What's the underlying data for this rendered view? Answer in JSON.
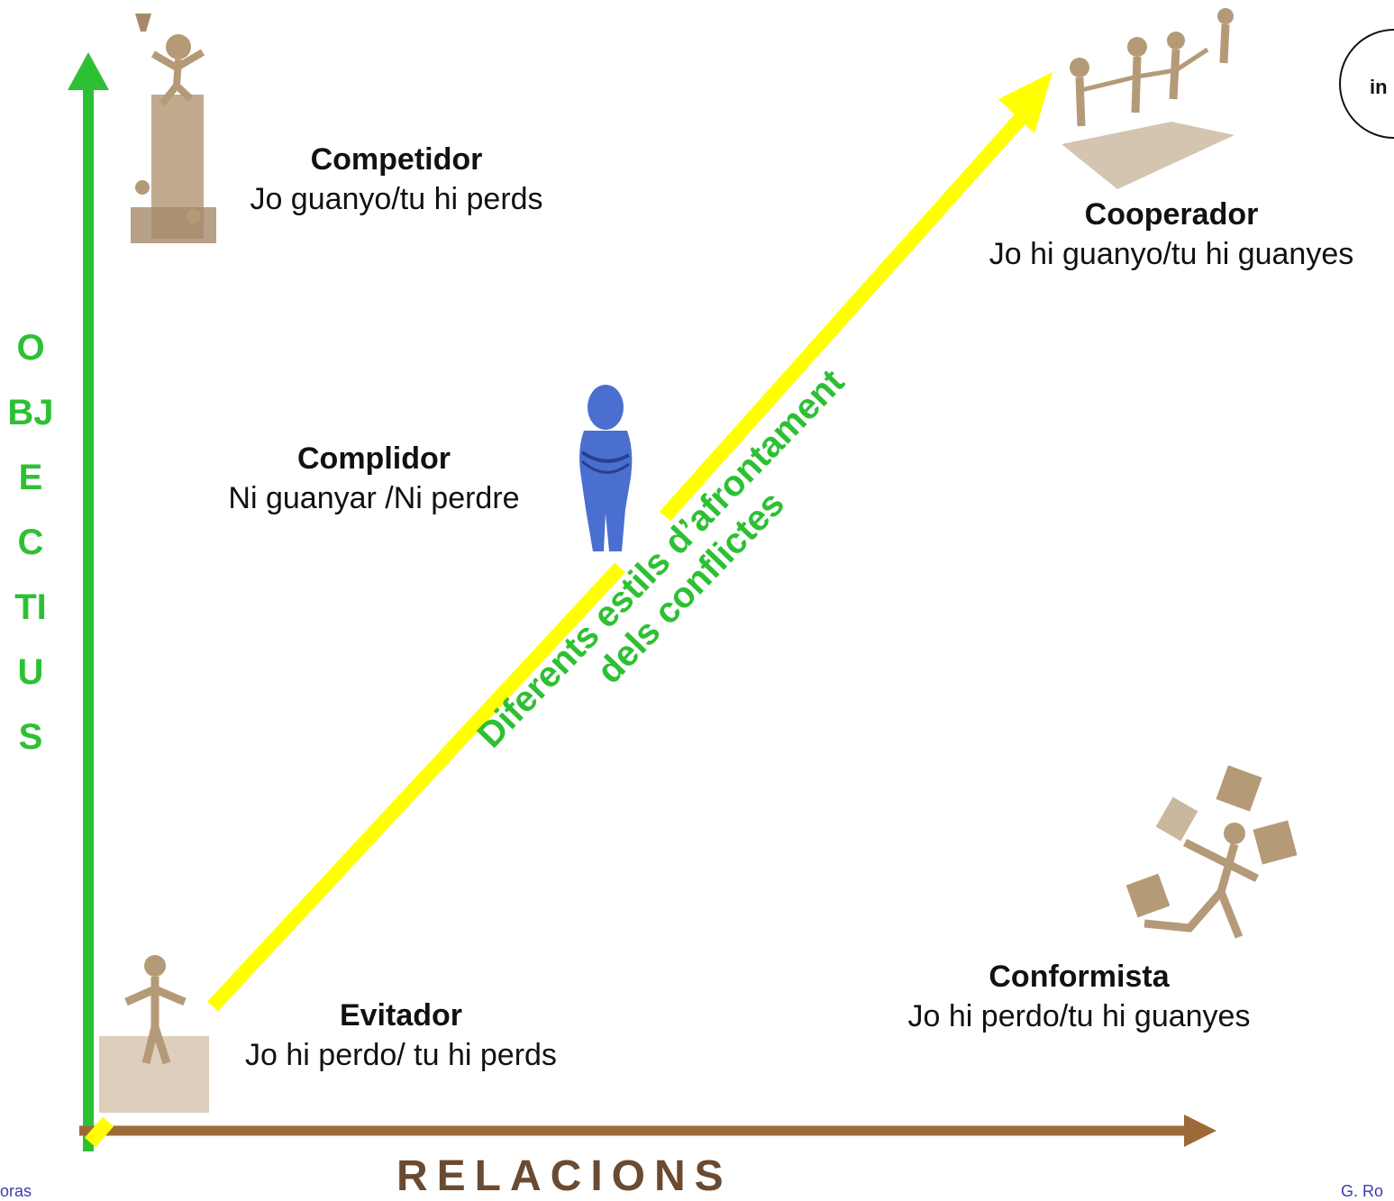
{
  "diagram": {
    "y_axis_label": "OBJECTIUS",
    "x_axis_label": "RELACIONS",
    "diagonal_label": "Diferents estils d’afrontament dels conflictes",
    "styles": [
      {
        "title": "Competidor",
        "subtitle": "Jo guanyo/tu hi perds"
      },
      {
        "title": "Cooperador",
        "subtitle": "Jo hi guanyo/tu hi guanyes"
      },
      {
        "title": "Complidor",
        "subtitle": "Ni guanyar /Ni perdre"
      },
      {
        "title": "Evitador",
        "subtitle": "Jo hi perdo/ tu hi perds"
      },
      {
        "title": "Conformista",
        "subtitle": "Jo hi perdo/tu hi guanyes"
      }
    ],
    "colors": {
      "y_axis": "#2ec034",
      "x_axis": "#9c6a38",
      "diagonal_arrow": "#ffff00",
      "diagonal_text": "#2ec034",
      "figure_blue": "#4a6fd1",
      "figure_tan": "#b59a78"
    }
  },
  "footer": {
    "left_fragment": "oras",
    "right_fragment": "G. Ro",
    "corner_circle_text": "in"
  }
}
